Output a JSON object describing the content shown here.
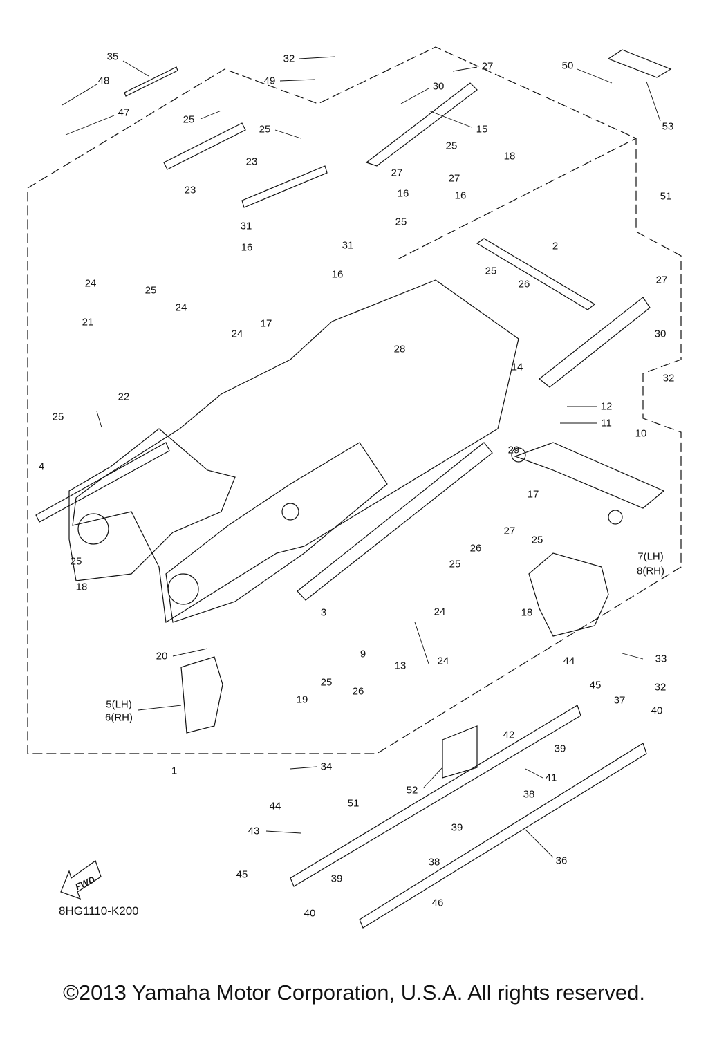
{
  "diagram_code": "8HG1110-K200",
  "copyright": "©2013 Yamaha Motor Corporation, U.S.A. All rights reserved.",
  "fwd_badge": "FWD",
  "callouts": [
    "35",
    "32",
    "27",
    "50",
    "48",
    "49",
    "30",
    "47",
    "25",
    "15",
    "53",
    "25",
    "25",
    "18",
    "23",
    "23",
    "27",
    "27",
    "16",
    "16",
    "51",
    "31",
    "25",
    "31",
    "16",
    "2",
    "25",
    "16",
    "27",
    "24",
    "25",
    "24",
    "26",
    "21",
    "17",
    "24",
    "30",
    "28",
    "14",
    "32",
    "22",
    "12",
    "25",
    "11",
    "10",
    "29",
    "4",
    "17",
    "27",
    "26",
    "25",
    "25",
    "7(LH)",
    "8(RH)",
    "25",
    "18",
    "24",
    "18",
    "3",
    "9",
    "13",
    "24",
    "33",
    "20",
    "44",
    "25",
    "26",
    "45",
    "32",
    "19",
    "37",
    "40",
    "5(LH)",
    "6(RH)",
    "42",
    "39",
    "1",
    "34",
    "41",
    "52",
    "51",
    "44",
    "38",
    "43",
    "39",
    "36",
    "38",
    "45",
    "39",
    "46",
    "40"
  ]
}
